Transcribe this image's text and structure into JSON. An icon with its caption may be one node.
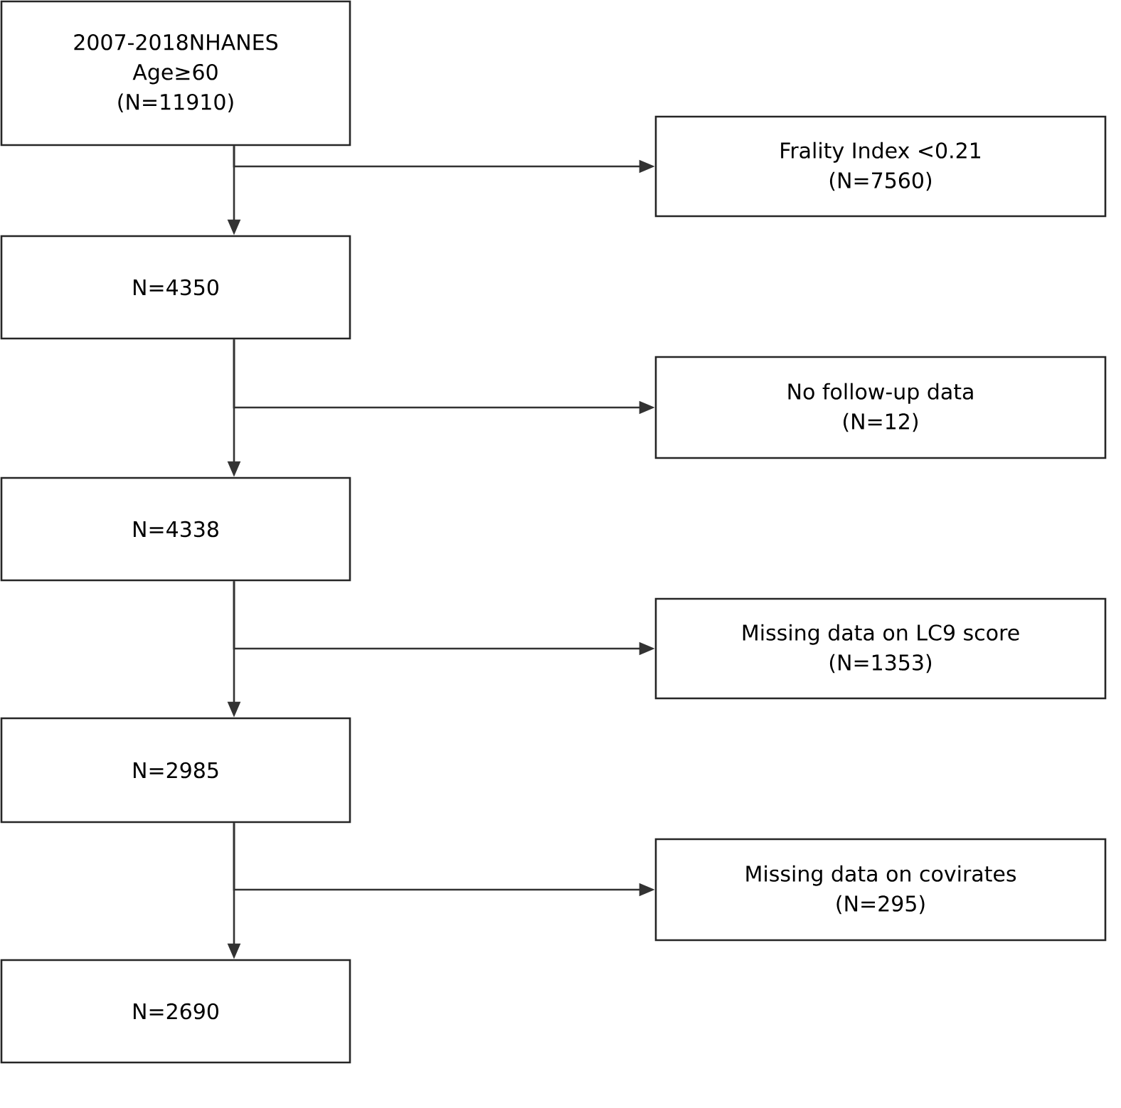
{
  "diagram": {
    "nodes": [
      {
        "text": [
          "2007-2018NHANES",
          "Age≥60",
          "(N=11910)"
        ]
      },
      {
        "text": [
          "Frality Index <0.21",
          "(N=7560)"
        ]
      },
      {
        "text": [
          "N=4350"
        ]
      },
      {
        "text": [
          "No follow-up data",
          "(N=12)"
        ]
      },
      {
        "text": [
          "N=4338"
        ]
      },
      {
        "text": [
          "Missing data on LC9 score",
          "(N=1353)"
        ]
      },
      {
        "text": [
          "N=2985"
        ]
      },
      {
        "text": [
          "Missing data on covirates",
          "(N=295)"
        ]
      },
      {
        "text": [
          "N=2690"
        ]
      }
    ],
    "edges": [
      {
        "from": 0,
        "to": 2,
        "arrow": "to"
      },
      {
        "from": 0,
        "to": 1,
        "arrow": "to"
      },
      {
        "from": 2,
        "to": 4,
        "arrow": "to"
      },
      {
        "from": 2,
        "to": 3,
        "arrow": "to"
      },
      {
        "from": 4,
        "to": 6,
        "arrow": "to"
      },
      {
        "from": 4,
        "to": 5,
        "arrow": "to"
      },
      {
        "from": 6,
        "to": 8,
        "arrow": "to"
      },
      {
        "from": 6,
        "to": 7,
        "arrow": "to"
      }
    ]
  }
}
